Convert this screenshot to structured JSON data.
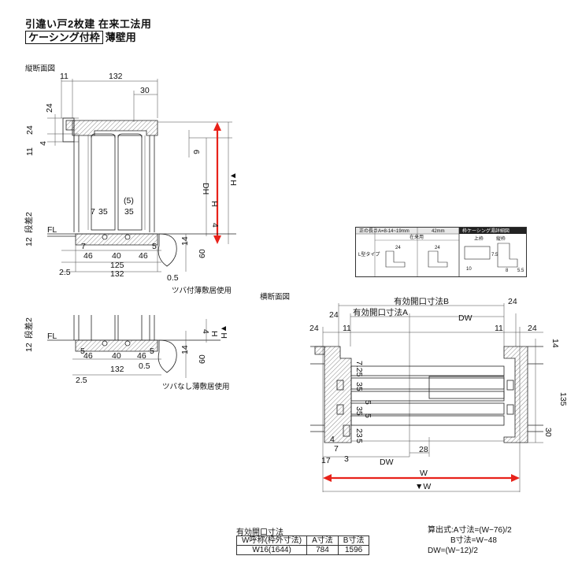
{
  "header": {
    "title_line1": "引違い戸2枚建  在来工法用",
    "title_box": "ケーシング付枠",
    "title_line2_rest": "薄壁用"
  },
  "sections": {
    "vertical": "縦断面図",
    "horizontal": "横断面図"
  },
  "vertical_dims": {
    "top_11": "11",
    "top_132": "132",
    "top_30": "30",
    "left_24": "24",
    "left_11": "11",
    "left_4": "4",
    "right_6": "6",
    "dh": "DH",
    "h": "H",
    "h_arrow": "▼H",
    "right_4": "4",
    "mid_5": "(5)",
    "mid_7": "7",
    "mid_35a": "35",
    "mid_35b": "35",
    "step": "段差2",
    "step_12": "12",
    "fl": "FL",
    "b_7": "7",
    "b_46a": "46",
    "b_40": "40",
    "b_46b": "46",
    "b_5": "5",
    "b_14": "14",
    "b_60": "60",
    "b_125": "125",
    "b_132": "132",
    "b_25": "2.5",
    "b_05": "0.5",
    "caption": "ツバ付薄敷居使用"
  },
  "vertical2_dims": {
    "step": "段差2",
    "step_12": "12",
    "fl": "FL",
    "r_4": "4",
    "h": "H",
    "h_arrow": "▼H",
    "b_5a": "5",
    "b_46a": "46",
    "b_40": "40",
    "b_46b": "46",
    "b_5b": "5",
    "b_14": "14",
    "b_60": "60",
    "b_132": "132",
    "b_05": "0.5",
    "b_25": "2.5",
    "caption": "ツバなし薄敷居使用"
  },
  "horizontal_dims": {
    "b_label": "有効開口寸法B",
    "a_label": "有効開口寸法A",
    "dw_top": "DW",
    "l_24a": "24",
    "l_24b": "24",
    "l_11": "11",
    "r_11": "11",
    "r_24a": "24",
    "r_24b": "24",
    "r_14": "14",
    "v_725": "7.25",
    "v_35a": "35",
    "v_35b": "35",
    "v_23": "23",
    "v_5a": "5",
    "v_5b": "5",
    "v_5c": "5",
    "v_4": "4",
    "v_7": "7",
    "v_17": "17",
    "v_3": "3",
    "v_28": "28",
    "dw_bottom": "DW",
    "v_135": "135",
    "v_30": "30",
    "w": "W",
    "w_arrow": "▼W"
  },
  "inset": {
    "h_col1": "正の長さ",
    "h_col2": "A=8-14~19mm",
    "h_col3": "42mm",
    "sub": "在来用",
    "type": "L型タイプ",
    "right_title": "枠ケーシング湯詳細図",
    "right_a": "上枠",
    "right_b": "縦枠",
    "n24a": "24",
    "n24b": "24",
    "n75": "7.5",
    "n10": "10",
    "n55": "5.5",
    "n8": "8"
  },
  "opening_table": {
    "title": "有効開口寸法",
    "headers": [
      "W呼称(枠外寸法)",
      "A寸法",
      "B寸法"
    ],
    "rows": [
      [
        "W16(1644)",
        "784",
        "1596"
      ]
    ]
  },
  "formula": {
    "line1": "算出式:A寸法=(W−76)/2",
    "line2": "B寸法=W−48",
    "line3": "DW=(W−12)/2"
  },
  "colors": {
    "accent_red": "#e8221a",
    "line": "#222222"
  }
}
